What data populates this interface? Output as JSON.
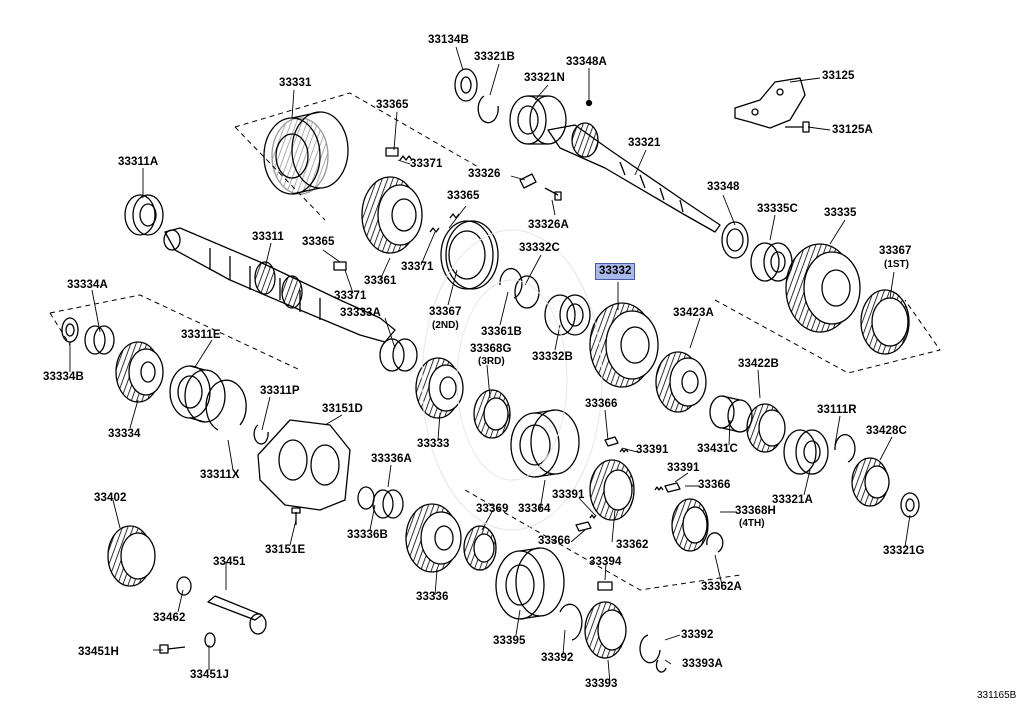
{
  "diagram": {
    "reference_code": "331165B",
    "highlighted_part": "33332",
    "parts": [
      {
        "id": "p33134B",
        "label": "33134B"
      },
      {
        "id": "p33321B",
        "label": "33321B"
      },
      {
        "id": "p33348A",
        "label": "33348A"
      },
      {
        "id": "p33321N",
        "label": "33321N"
      },
      {
        "id": "p33125",
        "label": "33125"
      },
      {
        "id": "p33331",
        "label": "33331"
      },
      {
        "id": "p33365a",
        "label": "33365"
      },
      {
        "id": "p33125A",
        "label": "33125A"
      },
      {
        "id": "p33371a",
        "label": "33371"
      },
      {
        "id": "p33321",
        "label": "33321"
      },
      {
        "id": "p33311A",
        "label": "33311A"
      },
      {
        "id": "p33326",
        "label": "33326"
      },
      {
        "id": "p33365b",
        "label": "33365"
      },
      {
        "id": "p33348",
        "label": "33348"
      },
      {
        "id": "p33326A",
        "label": "33326A"
      },
      {
        "id": "p33335C",
        "label": "33335C"
      },
      {
        "id": "p33335",
        "label": "33335"
      },
      {
        "id": "p33311",
        "label": "33311"
      },
      {
        "id": "p33365c",
        "label": "33365"
      },
      {
        "id": "p33371b",
        "label": "33371"
      },
      {
        "id": "p33332C",
        "label": "33332C"
      },
      {
        "id": "p33367a",
        "label": "33367"
      },
      {
        "id": "p33332",
        "label": "33332"
      },
      {
        "id": "p33361",
        "label": "33361"
      },
      {
        "id": "p33371c",
        "label": "33371"
      },
      {
        "id": "p33334A",
        "label": "33334A"
      },
      {
        "id": "p33367b",
        "label": "33367"
      },
      {
        "id": "p33333A",
        "label": "33333A"
      },
      {
        "id": "p33361B",
        "label": "33361B"
      },
      {
        "id": "p33423A",
        "label": "33423A"
      },
      {
        "id": "p33311E",
        "label": "33311E"
      },
      {
        "id": "p33368G",
        "label": "33368G"
      },
      {
        "id": "p33332B",
        "label": "33332B"
      },
      {
        "id": "p33334B",
        "label": "33334B"
      },
      {
        "id": "p33422B",
        "label": "33422B"
      },
      {
        "id": "p33311P",
        "label": "33311P"
      },
      {
        "id": "p33366a",
        "label": "33366"
      },
      {
        "id": "p33111R",
        "label": "33111R"
      },
      {
        "id": "p33151D",
        "label": "33151D"
      },
      {
        "id": "p33334",
        "label": "33334"
      },
      {
        "id": "p33428C",
        "label": "33428C"
      },
      {
        "id": "p33333",
        "label": "33333"
      },
      {
        "id": "p33391a",
        "label": "33391"
      },
      {
        "id": "p33431C",
        "label": "33431C"
      },
      {
        "id": "p33336A",
        "label": "33336A"
      },
      {
        "id": "p33391b",
        "label": "33391"
      },
      {
        "id": "p33311X",
        "label": "33311X"
      },
      {
        "id": "p33366b",
        "label": "33366"
      },
      {
        "id": "p33321A",
        "label": "33321A"
      },
      {
        "id": "p33402",
        "label": "33402"
      },
      {
        "id": "p33391c",
        "label": "33391"
      },
      {
        "id": "p33368H",
        "label": "33368H"
      },
      {
        "id": "p33369",
        "label": "33369"
      },
      {
        "id": "p33364",
        "label": "33364"
      },
      {
        "id": "p33151E",
        "label": "33151E"
      },
      {
        "id": "p33336B",
        "label": "33336B"
      },
      {
        "id": "p33366c",
        "label": "33366"
      },
      {
        "id": "p33362",
        "label": "33362"
      },
      {
        "id": "p33321G",
        "label": "33321G"
      },
      {
        "id": "p33451",
        "label": "33451"
      },
      {
        "id": "p33394",
        "label": "33394"
      },
      {
        "id": "p33336",
        "label": "33336"
      },
      {
        "id": "p33362A",
        "label": "33362A"
      },
      {
        "id": "p33462",
        "label": "33462"
      },
      {
        "id": "p33392a",
        "label": "33392"
      },
      {
        "id": "p33395",
        "label": "33395"
      },
      {
        "id": "p33451H",
        "label": "33451H"
      },
      {
        "id": "p33392b",
        "label": "33392"
      },
      {
        "id": "p33393A",
        "label": "33393A"
      },
      {
        "id": "p33451J",
        "label": "33451J"
      },
      {
        "id": "p33393",
        "label": "33393"
      }
    ],
    "notes": [
      {
        "id": "n1st",
        "text": "(1ST)"
      },
      {
        "id": "n2nd",
        "text": "(2ND)"
      },
      {
        "id": "n3rd",
        "text": "(3RD)"
      },
      {
        "id": "n4th",
        "text": "(4TH)"
      }
    ]
  }
}
